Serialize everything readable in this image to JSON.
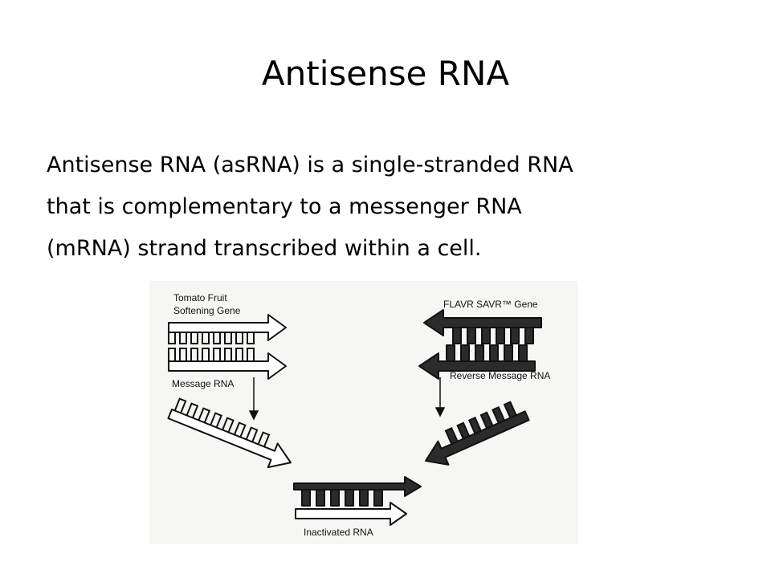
{
  "slide": {
    "title": "Antisense RNA",
    "body_lines": [
      "Antisense RNA (asRNA) is a single-stranded RNA",
      "that is complementary to a messenger RNA",
      "(mRNA) strand transcribed within a cell."
    ]
  },
  "figure": {
    "gene_label_line1": "Tomato Fruit",
    "gene_label_line2": "Softening Gene",
    "message_label": "Message RNA",
    "flavr_label": "FLAVR SAVR™ Gene",
    "reverse_label": "Reverse Message RNA",
    "inactivated_label": "Inactivated RNA"
  },
  "colors": {
    "sense_strand": "#ffffff",
    "antisense_strand": "#2b2b2b",
    "figure_background": "#f6f6f4"
  }
}
